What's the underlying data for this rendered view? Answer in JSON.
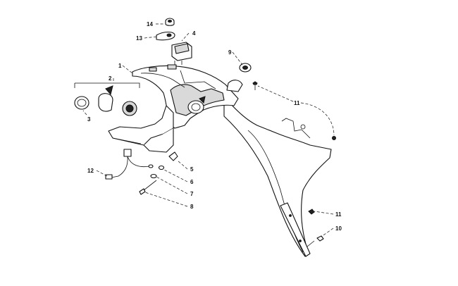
{
  "diagram": {
    "callouts": [
      {
        "id": "c1",
        "label": "1"
      },
      {
        "id": "c2",
        "label": "2"
      },
      {
        "id": "c3",
        "label": "3"
      },
      {
        "id": "c4",
        "label": "4"
      },
      {
        "id": "c5",
        "label": "5"
      },
      {
        "id": "c6",
        "label": "6"
      },
      {
        "id": "c7",
        "label": "7"
      },
      {
        "id": "c8",
        "label": "8"
      },
      {
        "id": "c9",
        "label": "9"
      },
      {
        "id": "c10",
        "label": "10"
      },
      {
        "id": "c11a",
        "label": "11"
      },
      {
        "id": "c11b",
        "label": "11"
      },
      {
        "id": "c12",
        "label": "12"
      },
      {
        "id": "c13",
        "label": "13"
      },
      {
        "id": "c14",
        "label": "14"
      }
    ]
  }
}
